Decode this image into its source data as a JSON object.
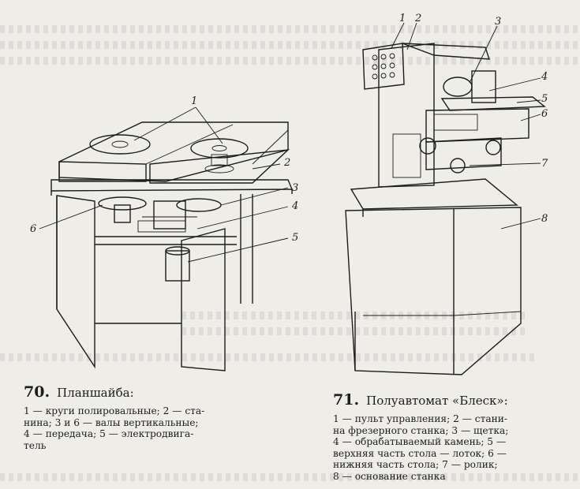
{
  "figure70": {
    "number": "70.",
    "title": "Планшайба:",
    "lines": [
      "1 — круги полировальные; 2 — ста-",
      "нина; 3 и 6 — валы вертикальные;",
      "4 — передача; 5 — электродвига-",
      "тель"
    ],
    "callouts": {
      "c1": "1",
      "c2": "2",
      "c3": "3",
      "c4": "4",
      "c5": "5",
      "c6": "6"
    }
  },
  "figure71": {
    "number": "71.",
    "title": "Полуавтомат «Блеск»:",
    "lines": [
      "1 — пульт управления; 2 — стани-",
      "на фрезерного станка; 3 — щетка;",
      "4 — обрабатываемый камень; 5 —",
      "верхняя часть стола — лоток; 6 —",
      "нижняя часть стола; 7 — ролик;",
      "8 — основание станка"
    ],
    "callouts": {
      "c1": "1",
      "c2": "2",
      "c3": "3",
      "c4": "4",
      "c5": "5",
      "c6": "6",
      "c7": "7",
      "c8": "8"
    }
  }
}
